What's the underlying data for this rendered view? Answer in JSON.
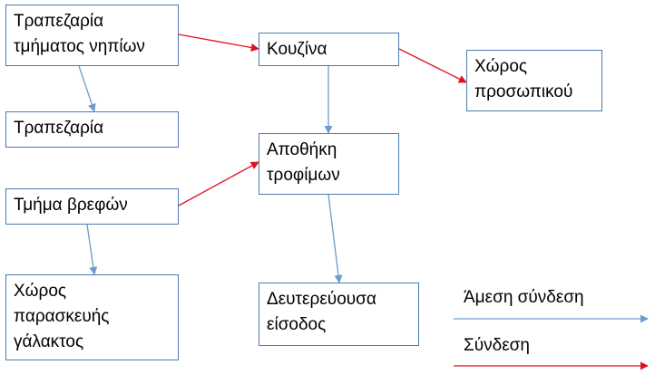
{
  "colors": {
    "direct_connection": "#6a9ccf",
    "connection": "#e0121f",
    "box_border": "#4a7ab0"
  },
  "nodes": {
    "dining_infants": "Τραπεζαρία\nτμήματος νηπίων",
    "dining": "Τραπεζαρία",
    "baby_section": "Τμήμα βρεφών",
    "milk_prep": "Χώρος\nπαρασκευής\nγάλακτος",
    "kitchen": "Κουζίνα",
    "food_storage": "Αποθήκη\nτροφίμων",
    "secondary_entrance": "Δευτερεύουσα\nείσοδος",
    "staff_room": "Χώρος\nπροσωπικού"
  },
  "edges": [
    {
      "from": "dining_infants",
      "to": "kitchen",
      "type": "connection"
    },
    {
      "from": "kitchen",
      "to": "staff_room",
      "type": "connection"
    },
    {
      "from": "baby_section",
      "to": "food_storage",
      "type": "connection"
    },
    {
      "from": "dining_infants",
      "to": "dining",
      "type": "direct_connection"
    },
    {
      "from": "baby_section",
      "to": "milk_prep",
      "type": "direct_connection"
    },
    {
      "from": "kitchen",
      "to": "food_storage",
      "type": "direct_connection"
    },
    {
      "from": "food_storage",
      "to": "secondary_entrance",
      "type": "direct_connection"
    }
  ],
  "legend": {
    "direct_connection": "Άμεση σύνδεση",
    "connection": "Σύνδεση"
  }
}
